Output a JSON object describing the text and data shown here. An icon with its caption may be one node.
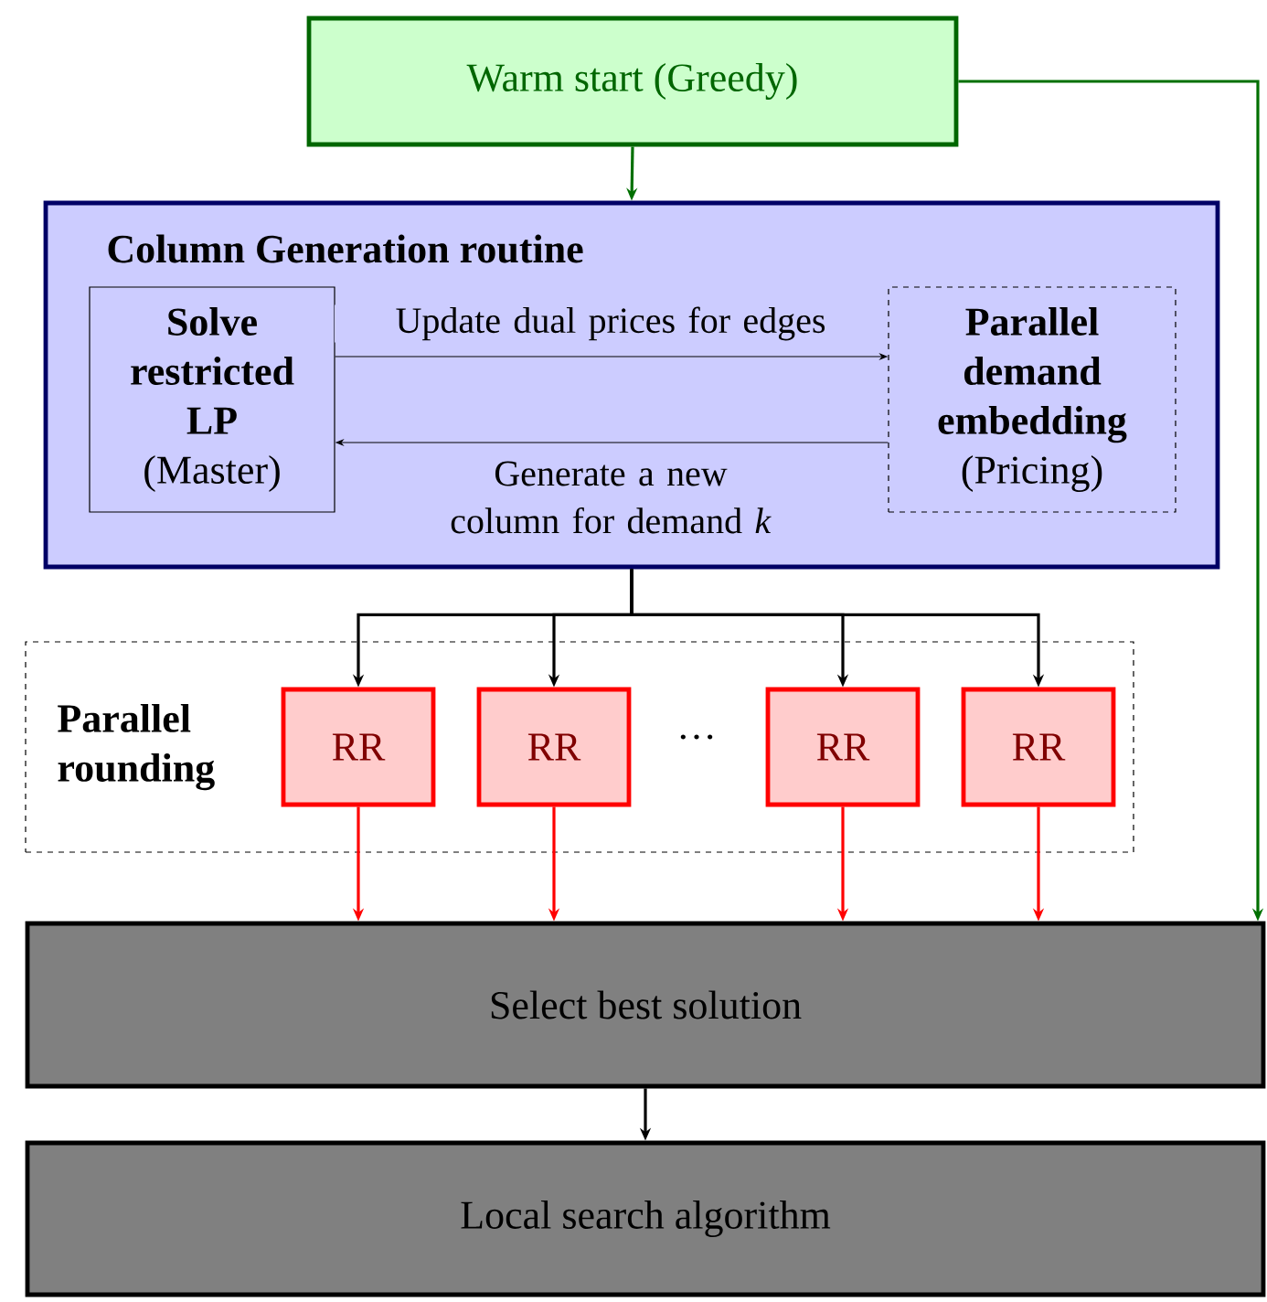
{
  "diagram": {
    "nodes": [
      {
        "text": [
          "Warm start (Greedy)"
        ]
      },
      {
        "text": [
          "Column Generation routine"
        ]
      },
      {
        "text": [
          "Solve restricted LP",
          "(Master)"
        ],
        "in": 1
      },
      {
        "text": [
          "Parallel demand embedding",
          "(Pricing)"
        ],
        "in": 1
      },
      {
        "text": [
          "Parallel rounding"
        ]
      },
      {
        "text": [
          "RR"
        ],
        "in": 4
      },
      {
        "text": [
          "RR"
        ],
        "in": 4
      },
      {
        "text": [
          "RR"
        ],
        "in": 4
      },
      {
        "text": [
          "RR"
        ],
        "in": 4
      },
      {
        "text": [
          "Select best solution"
        ]
      },
      {
        "text": [
          "Local search algorithm"
        ]
      }
    ],
    "edges": [
      {
        "from": 0,
        "to": 1,
        "arrow": "to",
        "color": "#007000"
      },
      {
        "from": 0,
        "to": 9,
        "arrow": "to",
        "color": "#007000"
      },
      {
        "from": 2,
        "to": 3,
        "arrow": "to",
        "label": "Update dual prices for edges"
      },
      {
        "from": 3,
        "to": 2,
        "arrow": "to",
        "label": "Generate a new column for demand *k*"
      },
      {
        "from": 1,
        "to": 5,
        "arrow": "to"
      },
      {
        "from": 1,
        "to": 6,
        "arrow": "to"
      },
      {
        "from": 1,
        "to": 7,
        "arrow": "to"
      },
      {
        "from": 1,
        "to": 8,
        "arrow": "to"
      },
      {
        "from": 5,
        "to": 9,
        "arrow": "to",
        "color": "#ff0000"
      },
      {
        "from": 6,
        "to": 9,
        "arrow": "to",
        "color": "#ff0000"
      },
      {
        "from": 7,
        "to": 9,
        "arrow": "to",
        "color": "#ff0000"
      },
      {
        "from": 8,
        "to": 9,
        "arrow": "to",
        "color": "#ff0000"
      },
      {
        "from": 9,
        "to": 10,
        "arrow": "to"
      }
    ],
    "labels": [
      "···"
    ]
  }
}
